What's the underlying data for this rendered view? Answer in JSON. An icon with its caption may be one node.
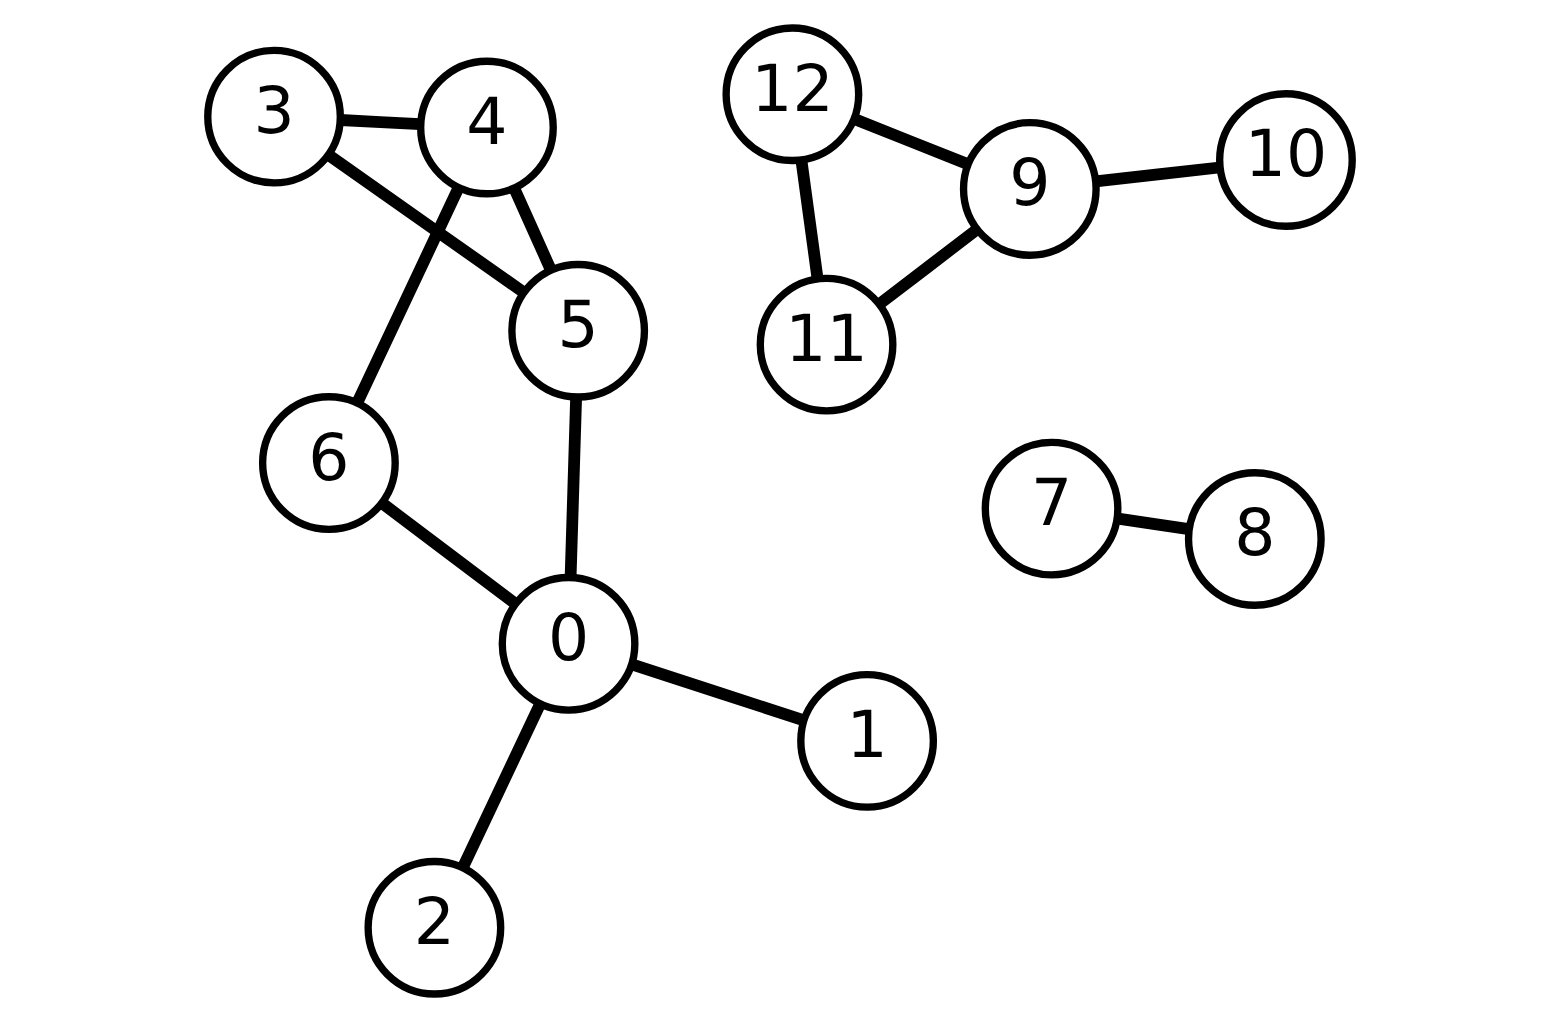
{
  "diagram": {
    "nodes": [
      {
        "text": [
          "0"
        ]
      },
      {
        "text": [
          "1"
        ]
      },
      {
        "text": [
          "2"
        ]
      },
      {
        "text": [
          "3"
        ]
      },
      {
        "text": [
          "4"
        ]
      },
      {
        "text": [
          "5"
        ]
      },
      {
        "text": [
          "6"
        ]
      },
      {
        "text": [
          "7"
        ]
      },
      {
        "text": [
          "8"
        ]
      },
      {
        "text": [
          "9"
        ]
      },
      {
        "text": [
          "10"
        ]
      },
      {
        "text": [
          "11"
        ]
      },
      {
        "text": [
          "12"
        ]
      }
    ],
    "edges": [
      {
        "from": 0,
        "to": 1,
        "arrow": "none"
      },
      {
        "from": 0,
        "to": 2,
        "arrow": "none"
      },
      {
        "from": 0,
        "to": 6,
        "arrow": "none"
      },
      {
        "from": 0,
        "to": 5,
        "arrow": "none"
      },
      {
        "from": 6,
        "to": 4,
        "arrow": "none"
      },
      {
        "from": 3,
        "to": 4,
        "arrow": "none"
      },
      {
        "from": 3,
        "to": 5,
        "arrow": "none"
      },
      {
        "from": 5,
        "to": 4,
        "arrow": "none"
      },
      {
        "from": 7,
        "to": 8,
        "arrow": "none"
      },
      {
        "from": 9,
        "to": 10,
        "arrow": "none"
      },
      {
        "from": 9,
        "to": 11,
        "arrow": "none"
      },
      {
        "from": 9,
        "to": 12,
        "arrow": "none"
      },
      {
        "from": 11,
        "to": 12,
        "arrow": "none"
      }
    ]
  }
}
